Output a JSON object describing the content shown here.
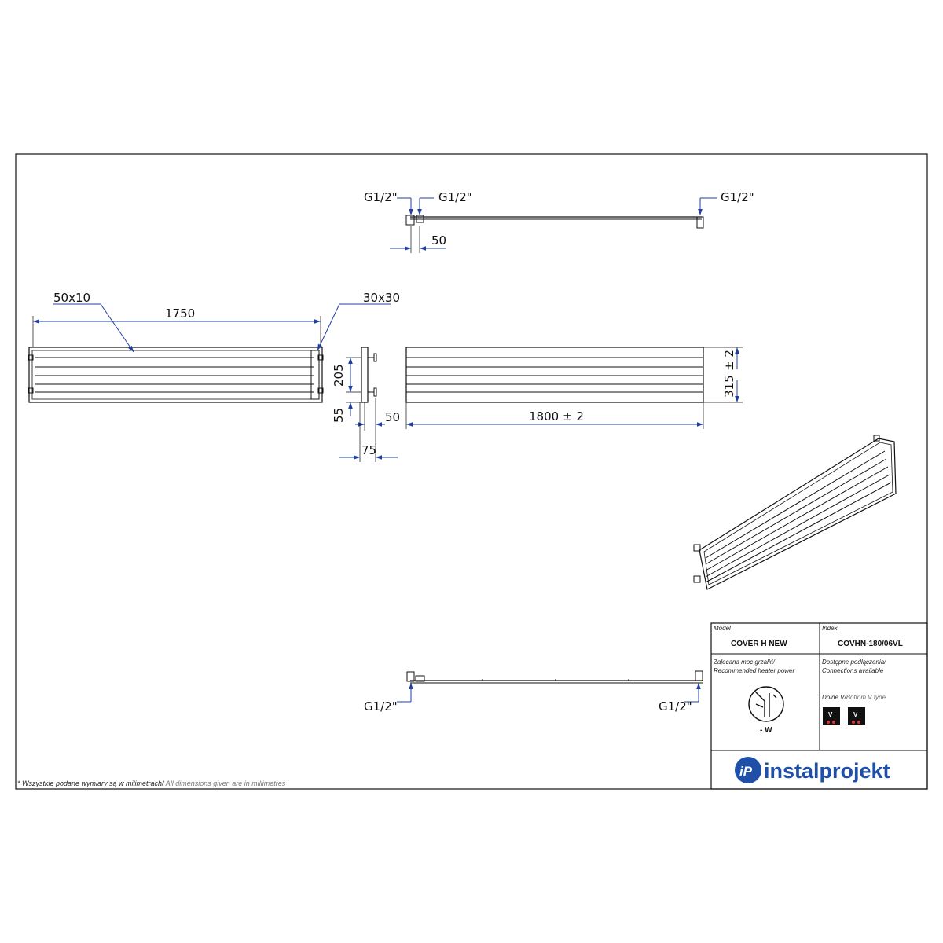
{
  "views": {
    "top": {
      "connection_left_1": "G1/2\"",
      "connection_left_2": "G1/2\"",
      "connection_right": "G1/2\"",
      "dim_offset": "50"
    },
    "front": {
      "profile_label": "50x10",
      "width_label": "1750",
      "collector_label": "30x30"
    },
    "side": {
      "dim_spacing": "205",
      "dim_bottom": "55",
      "dim_wall": "50",
      "dim_depth": "75"
    },
    "back": {
      "dim_length": "1800",
      "dim_length_tol": "± 2",
      "dim_height": "315",
      "dim_height_tol": "± 2"
    },
    "bottom": {
      "connection_left": "G1/2\"",
      "connection_right": "G1/2\""
    }
  },
  "footnote": {
    "polish": "* Wszystkie podane wymiary są w milimetrach/",
    "english": " All dimensions given are in millimetres"
  },
  "title_block": {
    "model_caption": "Model",
    "model_value": "COVER H NEW",
    "index_caption": "Index",
    "index_value": "COVHN-180/06VL",
    "heater_caption_pl": "Zalecana moc grzałki/",
    "heater_caption_en": "Recommended heater power",
    "heater_value": "- W",
    "connections_caption_pl": "Dostępne podłączenia/",
    "connections_caption_en": "Connections available",
    "connections_type_pl": "Dolne V/",
    "connections_type_en": "Bottom V type",
    "connection_badges": [
      "V",
      "V"
    ],
    "brand": "instalprojekt",
    "brand_logo_letters": "iP",
    "brand_color": "#1f4fa6"
  },
  "colors": {
    "line": "#111111",
    "dimension": "#1f3fa0"
  }
}
